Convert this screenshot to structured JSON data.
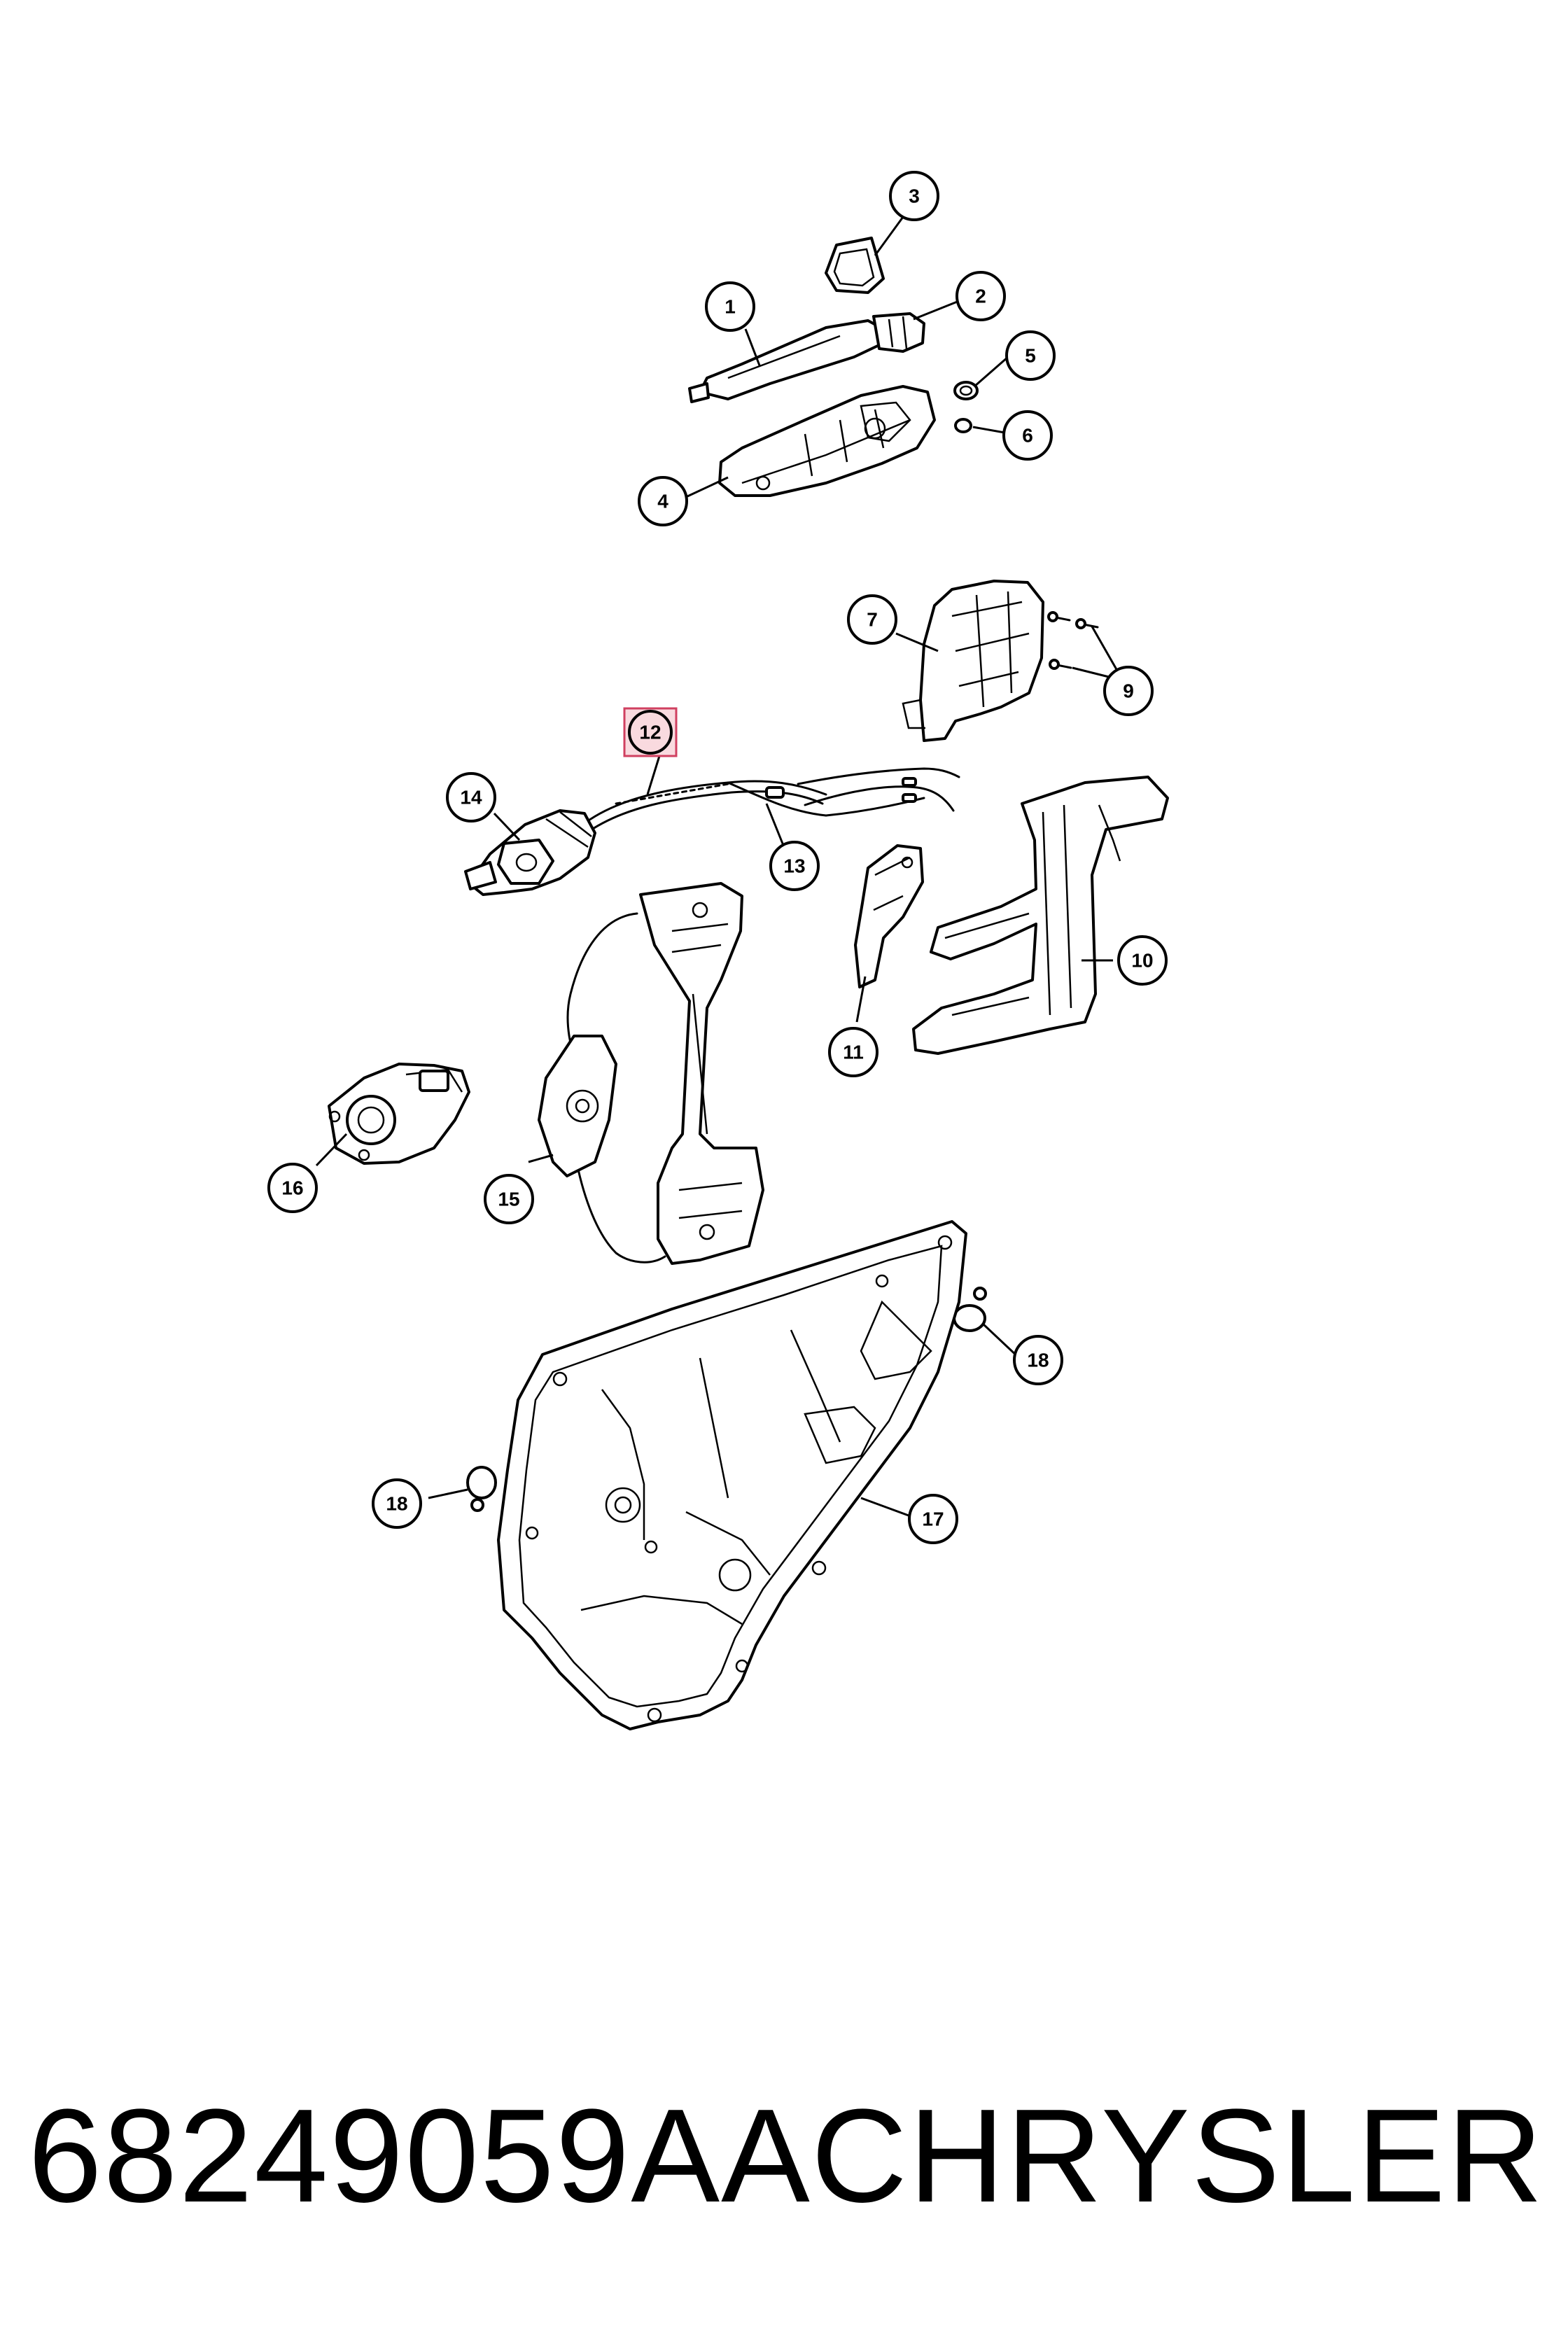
{
  "callouts": [
    "1",
    "2",
    "3",
    "4",
    "5",
    "6",
    "7",
    "9",
    "12",
    "14",
    "13",
    "10",
    "11",
    "16",
    "15",
    "18",
    "18",
    "17"
  ],
  "highlight_color": "#f4b6c0",
  "footer": {
    "part_number": "68249059AA",
    "brand": "CHRYSLER"
  }
}
